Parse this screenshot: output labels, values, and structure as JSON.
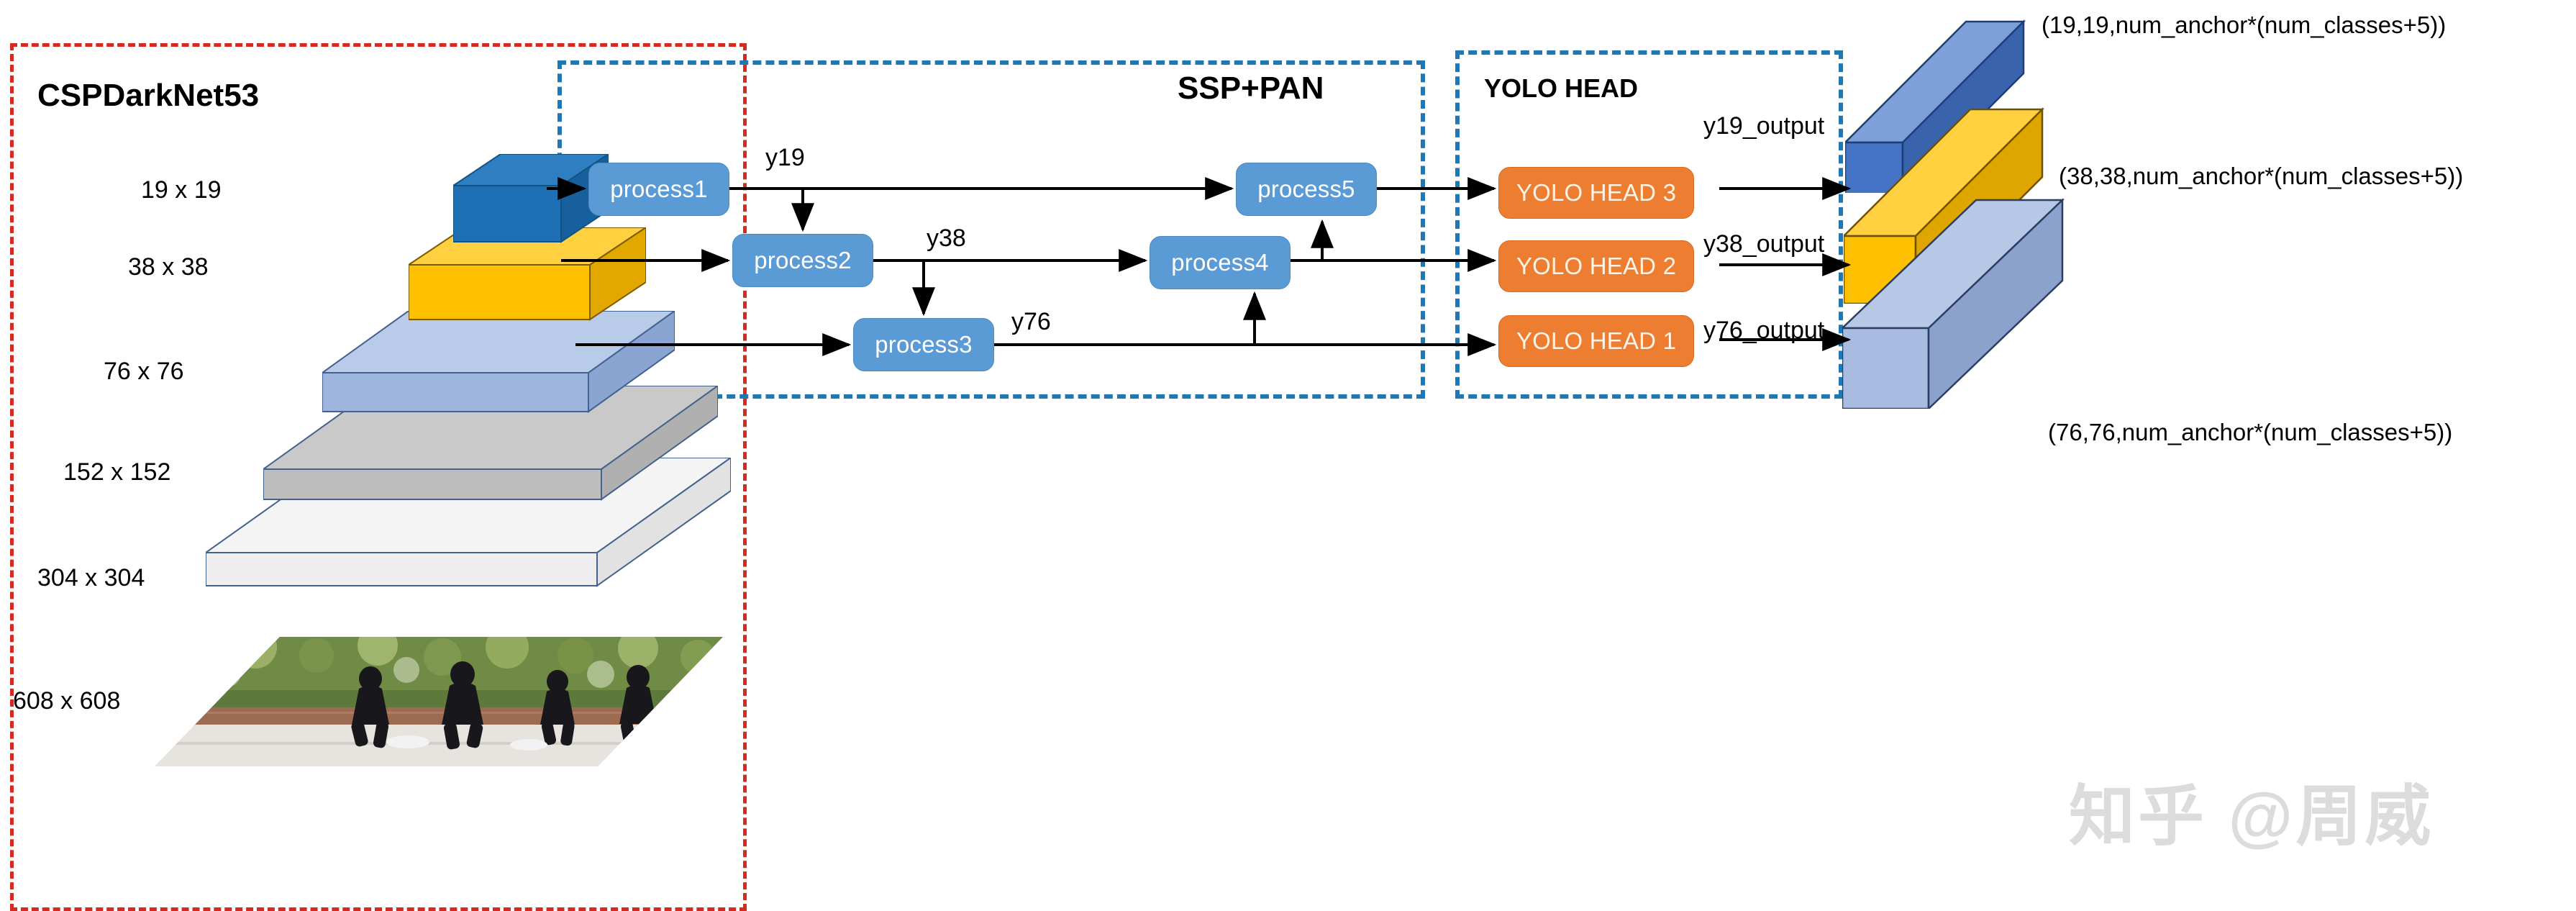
{
  "regions": {
    "backbone": {
      "title": "CSPDarkNet53",
      "border_color": "#d42a1f"
    },
    "neck": {
      "title": "SSP+PAN",
      "border_color": "#1f77b4"
    },
    "head": {
      "title": "YOLO HEAD",
      "border_color": "#1f77b4"
    }
  },
  "backbone": {
    "scales": [
      {
        "label": "19 x 19",
        "color": "#1f6fb4"
      },
      {
        "label": "38 x 38",
        "color": "#ffc000"
      },
      {
        "label": "76 x 76",
        "color": "#9db8e0"
      },
      {
        "label": "152 x 152",
        "color": "#c3c3c3"
      },
      {
        "label": "304 x 304",
        "color": "#f0f0f0"
      },
      {
        "label": "608 x 608",
        "color": "#ffffff"
      }
    ]
  },
  "neck": {
    "processes": [
      {
        "name": "process1"
      },
      {
        "name": "process2"
      },
      {
        "name": "process3"
      },
      {
        "name": "process4"
      },
      {
        "name": "process5"
      }
    ],
    "flow_labels": [
      "y19",
      "y38",
      "y76"
    ]
  },
  "head": {
    "heads": [
      {
        "name": "YOLO HEAD 3"
      },
      {
        "name": "YOLO HEAD 2"
      },
      {
        "name": "YOLO HEAD 1"
      }
    ],
    "output_labels": [
      "y19_output",
      "y38_output",
      "y76_output"
    ]
  },
  "outputs": {
    "tensors": [
      {
        "shape": "(19,19,num_anchor*(num_classes+5))",
        "color": "#4472c4"
      },
      {
        "shape": "(38,38,num_anchor*(num_classes+5))",
        "color": "#ffc000"
      },
      {
        "shape": "(76,76,num_anchor*(num_classes+5))",
        "color": "#a8bce2"
      }
    ]
  },
  "watermark": {
    "text": "知乎 @周威"
  },
  "colors": {
    "process_blue": "#5b9bd5",
    "head_orange": "#ed7d31",
    "backbone_border": "#d42a1f",
    "neck_border": "#1f77b4",
    "arrow": "#000000"
  }
}
